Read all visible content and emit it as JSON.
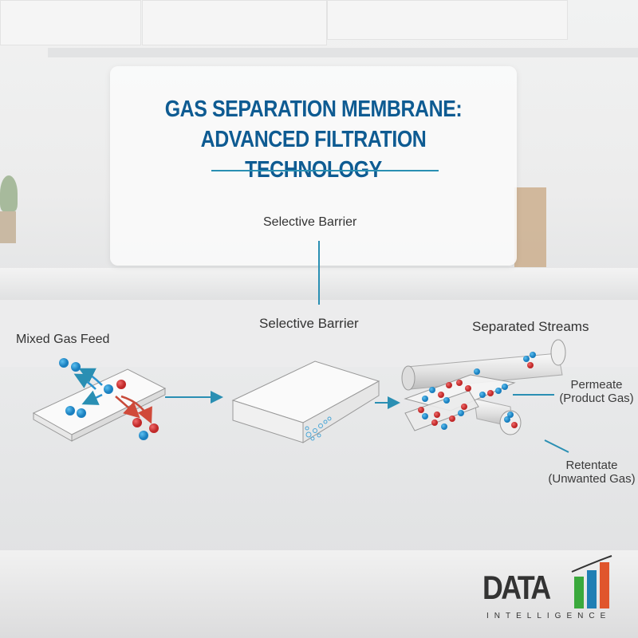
{
  "title": {
    "line1": "GAS SEPARATION MEMBRANE:",
    "line2": "ADVANCED FILTRATION TECHNOLOGY",
    "color": "#0e5b92"
  },
  "labels": {
    "card_selective_barrier": "Selective Barrier",
    "mixed_gas_feed": "Mixed Gas Feed",
    "selective_barrier": "Selective Barrier",
    "separated_streams": "Separated Streams",
    "permeate_line1": "Permeate",
    "permeate_line2": "(Product Gas)",
    "retentate_line1": "Retentate",
    "retentate_line2": "(Unwanted Gas)"
  },
  "colors": {
    "accent_line": "#2a8fb3",
    "molecule_blue": "#2a93cf",
    "molecule_red": "#d63a3a"
  },
  "logo": {
    "word": "DATA",
    "tagline": "INTELLIGENCE",
    "bar_colors": [
      "#3aa93c",
      "#1f7fb4",
      "#e0552c"
    ]
  }
}
